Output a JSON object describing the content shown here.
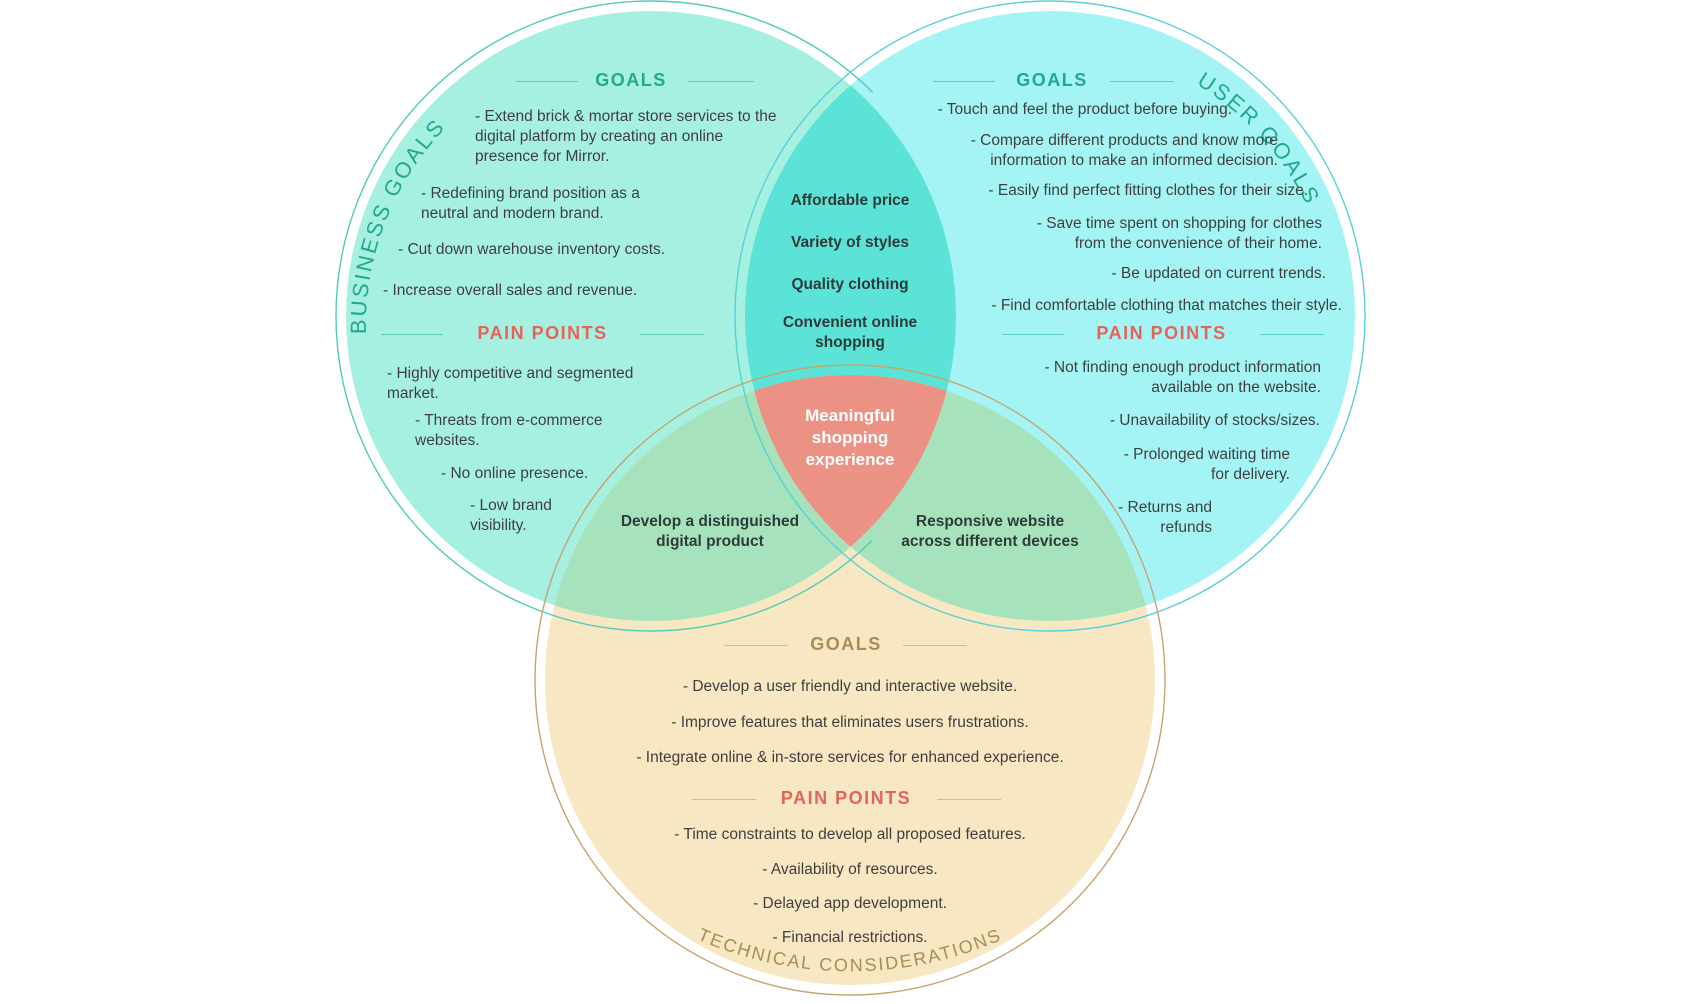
{
  "colors": {
    "business_fill": "#a6f0e2",
    "user_fill": "#a4f4f6",
    "technical_fill": "#f7e7c2",
    "goals_overlap": "#5ae3d6",
    "green_overlap": "#a6e3bd",
    "center": "#ec9285",
    "teal_text": "#22a88d",
    "coral_text": "#e4645a",
    "tan_text": "#ad8b57"
  },
  "labels": {
    "business": "BUSINESS GOALS",
    "user": "USER GOALS",
    "technical": "TECHNICAL CONSIDERATIONS"
  },
  "business": {
    "goals_heading": "GOALS",
    "goals": [
      "- Extend brick & mortar store services to the\ndigital platform by creating an online\npresence for Mirror.",
      "- Redefining brand position as a\nneutral and modern brand.",
      "- Cut down warehouse inventory costs.",
      "- Increase overall sales and revenue."
    ],
    "pain_heading": "PAIN POINTS",
    "pains": [
      "- Highly competitive and segmented\nmarket.",
      "- Threats from e-commerce\nwebsites.",
      "- No online presence.",
      "- Low brand\nvisibility."
    ]
  },
  "user": {
    "goals_heading": "GOALS",
    "goals": [
      "- Touch and feel the product before buying.",
      "- Compare different products and know more\ninformation to make an informed decision.",
      "- Easily find perfect fitting clothes for their size.",
      "- Save time spent on shopping for clothes\nfrom the convenience of their home.",
      "- Be updated on current trends.",
      "- Find comfortable clothing that matches their style."
    ],
    "pain_heading": "PAIN POINTS",
    "pains": [
      "- Not finding enough product information\navailable on the website.",
      "- Unavailability of stocks/sizes.",
      "- Prolonged waiting time\nfor delivery.",
      "- Returns and\nrefunds"
    ]
  },
  "technical": {
    "goals_heading": "GOALS",
    "goals": [
      "- Develop a user friendly and interactive website.",
      "- Improve features that eliminates users frustrations.",
      "- Integrate online & in-store services for enhanced experience."
    ],
    "pain_heading": "PAIN POINTS",
    "pains": [
      "- Time constraints to develop all proposed features.",
      "- Availability of resources.",
      "- Delayed app development.",
      "- Financial restrictions."
    ]
  },
  "overlaps": {
    "business_user": [
      "Affordable price",
      "Variety of styles",
      "Quality clothing",
      "Convenient online\nshopping"
    ],
    "business_technical": "Develop a distinguished\ndigital product",
    "user_technical": "Responsive website\nacross different devices",
    "center": "Meaningful\nshopping\nexperience"
  }
}
